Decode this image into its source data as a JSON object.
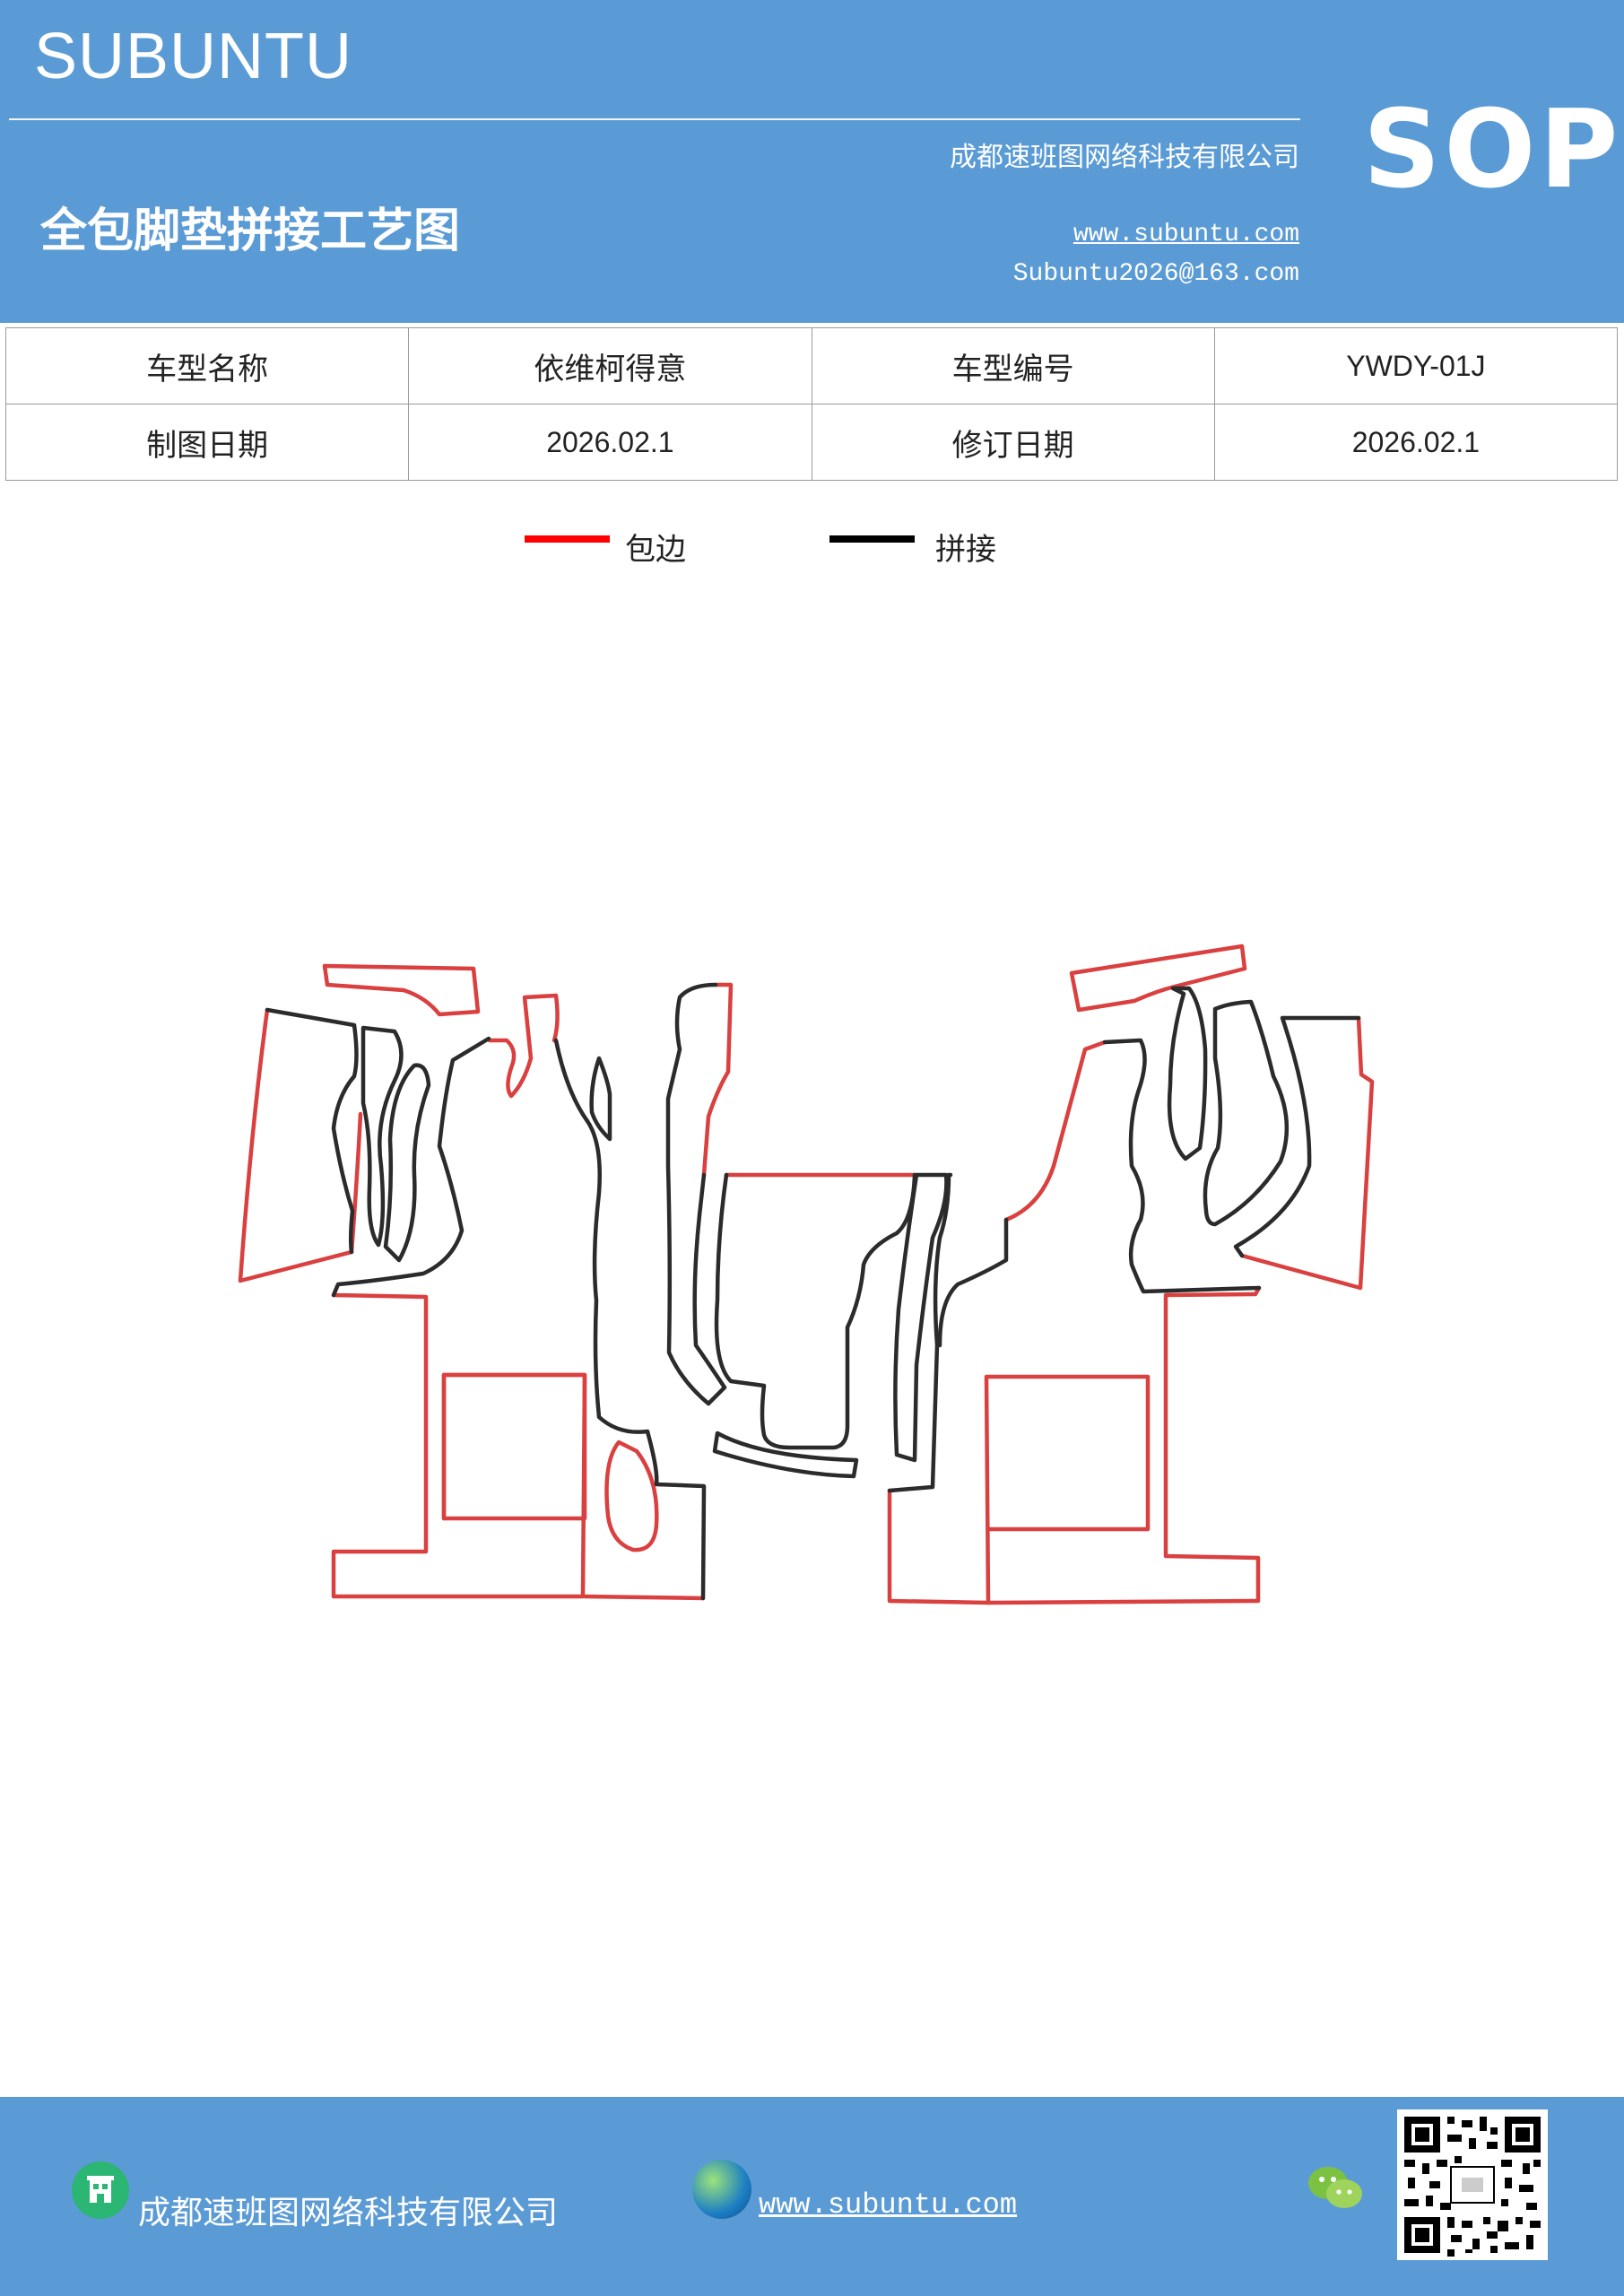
{
  "header": {
    "brand": "SUBUNTU",
    "company": "成都速班图网络科技有限公司",
    "title": "全包脚垫拼接工艺图",
    "website": "www.subuntu.com",
    "email": "Subuntu2026@163.com",
    "sop": "SOP",
    "background_color": "#5b9bd5"
  },
  "info_table": {
    "rows": [
      [
        "车型名称",
        "依维柯得意",
        "车型编号",
        "YWDY-01J"
      ],
      [
        "制图日期",
        "2026.02.1",
        "修订日期",
        "2026.02.1"
      ]
    ]
  },
  "legend": [
    {
      "label": "包边",
      "color": "#ff0000"
    },
    {
      "label": "拼接",
      "color": "#000000"
    }
  ],
  "diagram": {
    "edge_color": "#d9403f",
    "seam_color": "#2b2b2b"
  },
  "footer": {
    "company": "成都速班图网络科技有限公司",
    "website": "www.subuntu.com",
    "icons": [
      "building-icon",
      "globe-icon",
      "wechat-icon",
      "qr-code"
    ]
  }
}
